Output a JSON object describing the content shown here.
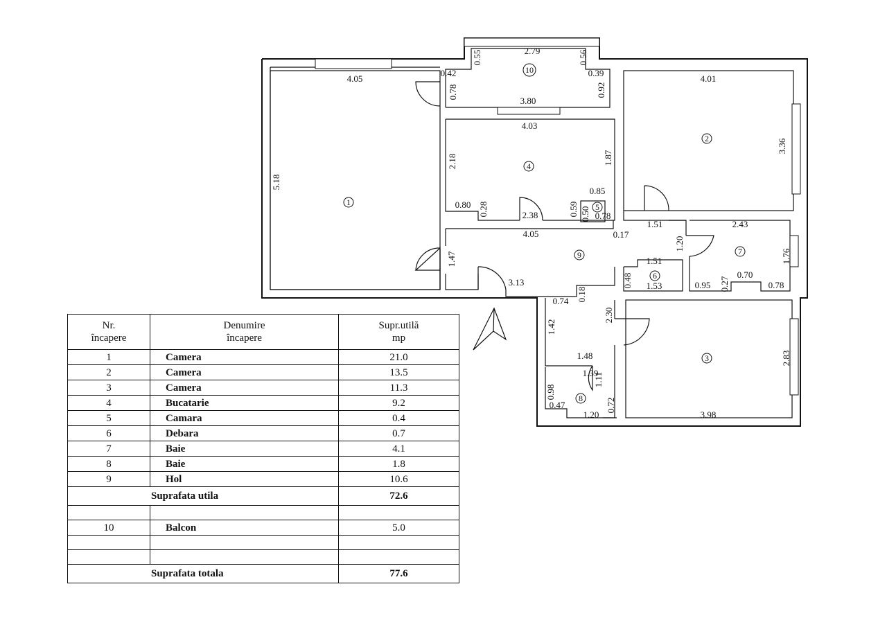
{
  "plan": {
    "dimensions": [
      "4.05",
      "5.18",
      "0.78",
      "0.42",
      "0.55",
      "2.79",
      "0.56",
      "0.39",
      "0.92",
      "3.80",
      "4.03",
      "2.18",
      "1.87",
      "0.85",
      "0.80",
      "0.28",
      "2.38",
      "0.59",
      "0.50",
      "0.78",
      "4.05",
      "1.47",
      "3.13",
      "0.18",
      "0.74",
      "4.01",
      "3.36",
      "1.51",
      "0.17",
      "1.20",
      "2.43",
      "1.76",
      "1.51",
      "0.48",
      "1.53",
      "0.95",
      "0.27",
      "0.70",
      "0.78",
      "2.30",
      "1.42",
      "1.48",
      "1.39",
      "1.11",
      "0.98",
      "0.47",
      "1.20",
      "0.72",
      "2.83",
      "3.98"
    ],
    "room_markers": [
      "1",
      "2",
      "3",
      "4",
      "5",
      "6",
      "7",
      "8",
      "9",
      "10"
    ]
  },
  "table": {
    "header": {
      "nr": [
        "Nr.",
        "încapere"
      ],
      "name": [
        "Denumire",
        "încapere"
      ],
      "area": [
        "Supr.utilă",
        "mp"
      ]
    },
    "rows": [
      {
        "nr": "1",
        "name": "Camera",
        "area": "21.0"
      },
      {
        "nr": "2",
        "name": "Camera",
        "area": "13.5"
      },
      {
        "nr": "3",
        "name": "Camera",
        "area": "11.3"
      },
      {
        "nr": "4",
        "name": "Bucatarie",
        "area": "9.2"
      },
      {
        "nr": "5",
        "name": "Camara",
        "area": "0.4"
      },
      {
        "nr": "6",
        "name": "Debara",
        "area": "0.7"
      },
      {
        "nr": "7",
        "name": "Baie",
        "area": "4.1"
      },
      {
        "nr": "8",
        "name": "Baie",
        "area": "1.8"
      },
      {
        "nr": "9",
        "name": "Hol",
        "area": "10.6"
      }
    ],
    "util_label": "Suprafata utila",
    "util_value": "72.6",
    "balcon": {
      "nr": "10",
      "name": "Balcon",
      "area": "5.0"
    },
    "total_label": "Suprafata totala",
    "total_value": "77.6"
  }
}
